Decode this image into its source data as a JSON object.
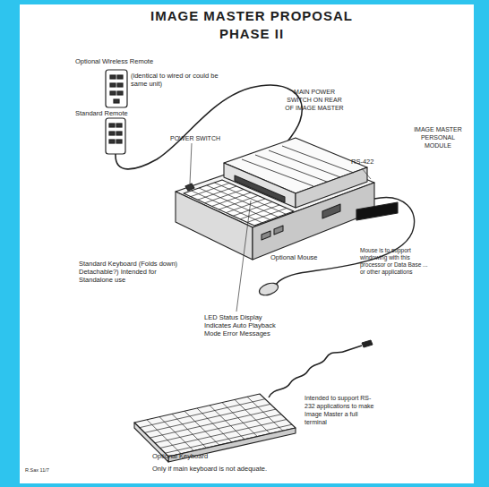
{
  "diagram": {
    "title": "IMAGE MASTER PROPOSAL PHASE II",
    "labels": [
      "Optional Wireless Remote",
      "(identical to wired or could be same unit)",
      "Standard Remote",
      "MAIN POWER SWITCH ON REAR OF IMAGE MASTER",
      "POWER SWITCH",
      "RS-422",
      "IMAGE MASTER PERSONAL MODULE",
      "Standard Keyboard (Folds down) Detachable?) Intended for Standalone use",
      "Optional Mouse",
      "Mouse is to support windowing with this processor or Data Base ... or other applications",
      "LED Status Display Indicates Auto Playback Mode Error Messages",
      "Intended to support RS-232 applications to make Image Master a full terminal",
      "Optional Keyboard",
      "Only if main keyboard is not adequate.",
      "R.Sax 11/7"
    ]
  }
}
